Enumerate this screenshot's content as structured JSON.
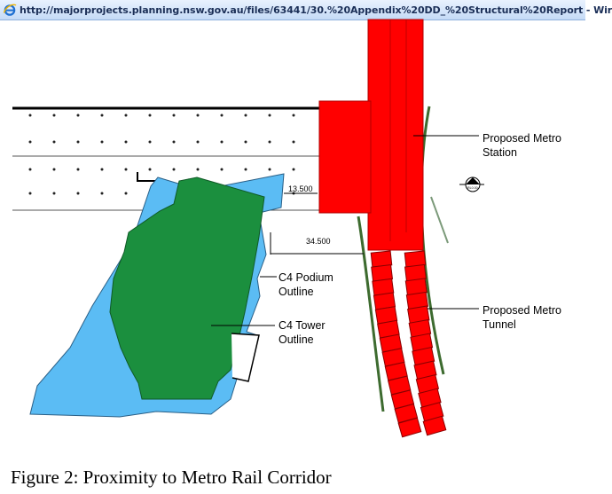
{
  "window": {
    "title": "http://majorprojects.planning.nsw.gov.au/files/63441/30.%20Appendix%20DD_%20Structural%20Report - Wir",
    "browser_icon": "internet-explorer-icon"
  },
  "drawing": {
    "labels": {
      "station": [
        "Proposed Metro",
        "Station"
      ],
      "tunnel": [
        "Proposed Metro",
        "Tunnel"
      ],
      "podium": [
        "C4 Podium",
        "Outline"
      ],
      "tower": [
        "C4 Tower",
        "Outline"
      ]
    },
    "dimensions": {
      "d1": "13.500",
      "d2": "34.500"
    },
    "level_marker": "RL0.00"
  },
  "caption": "Figure 2: Proximity to Metro Rail Corridor",
  "colors": {
    "metro": "#ff0000",
    "tower": "#1b8f3e",
    "podium": "#5bbcf4",
    "tunnel_edge": "#3d6b2f"
  }
}
